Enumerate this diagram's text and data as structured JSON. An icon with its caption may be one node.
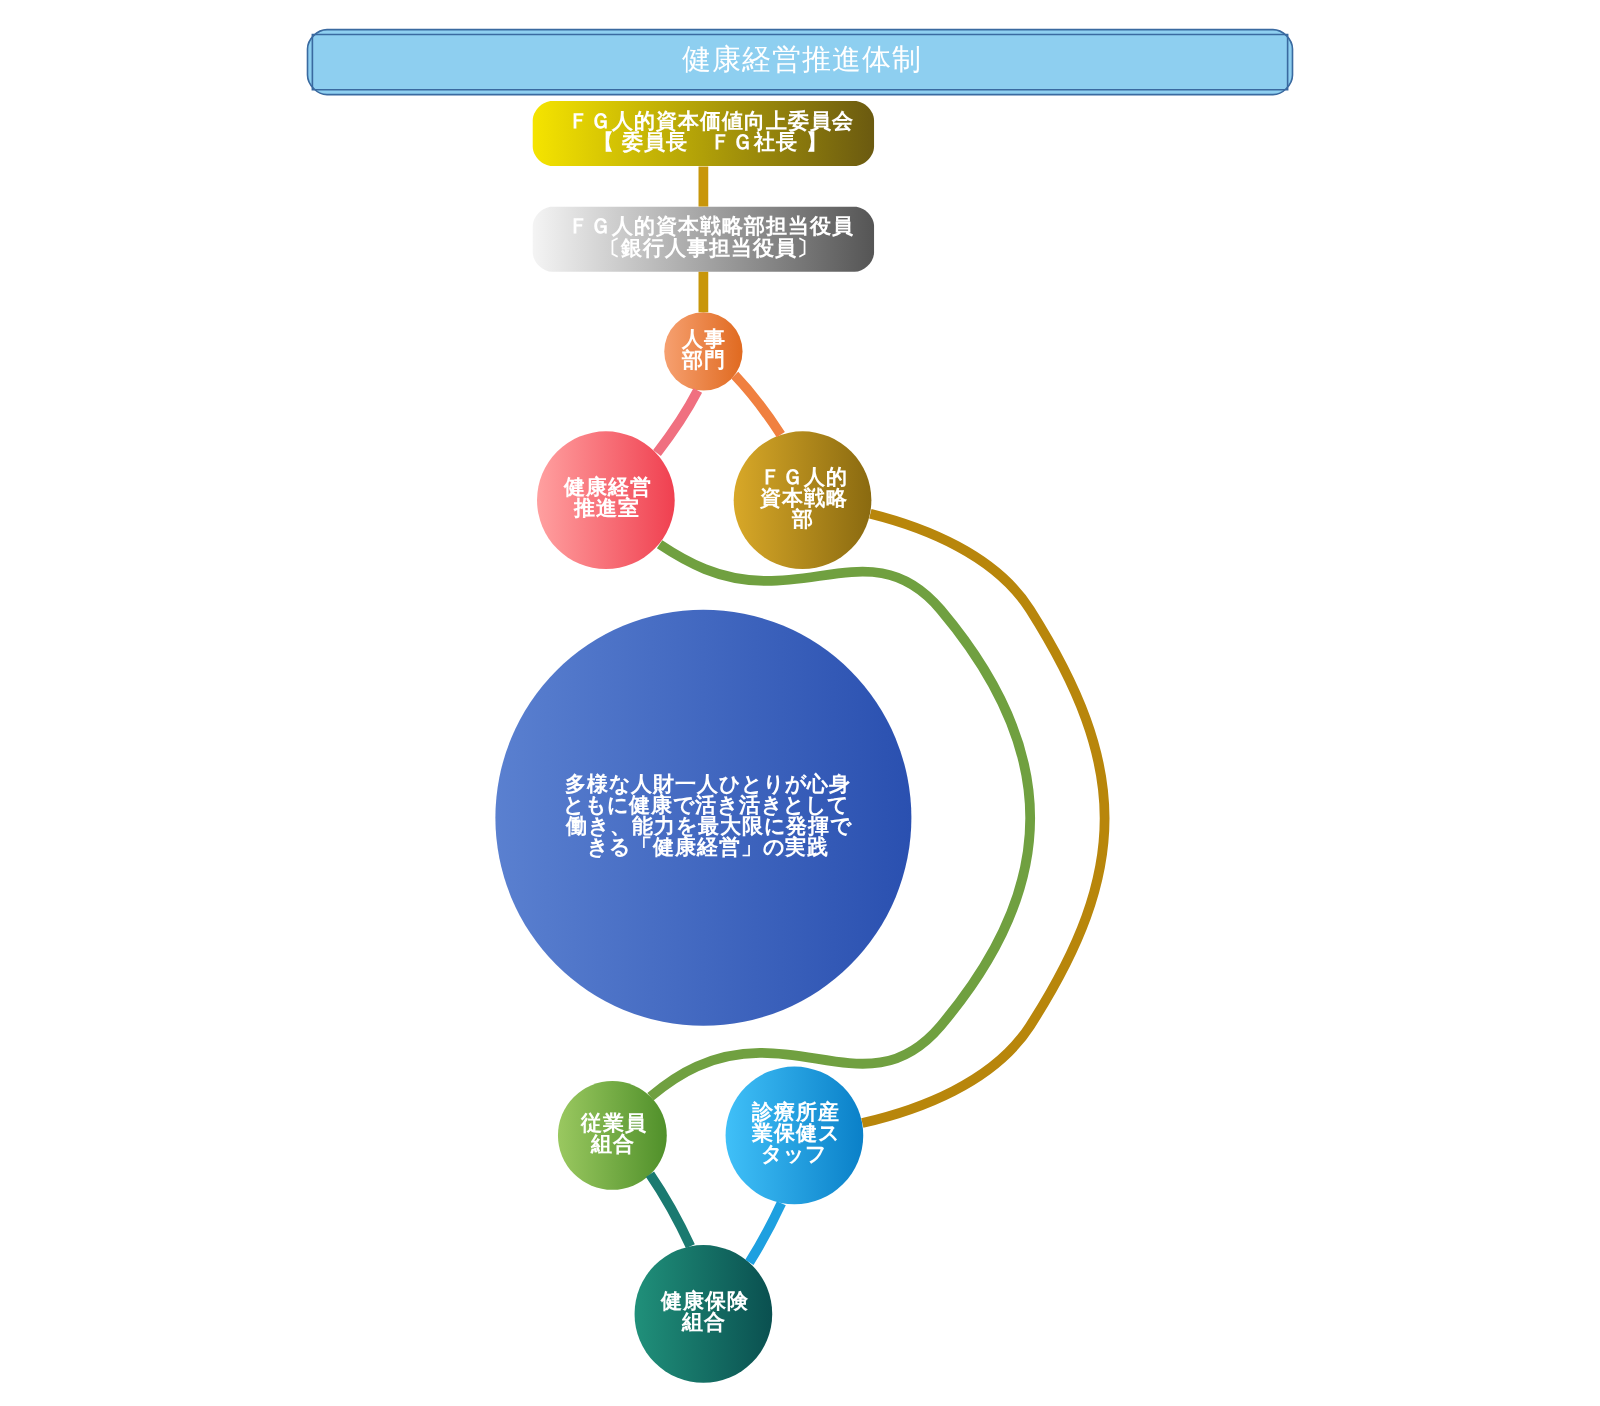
{
  "diagram": {
    "title": "健康経営推進体制",
    "nodes": [
      {
        "text": [
          "ＦＧ人的資本価値向上委員会",
          "【 委員長　ＦＧ社長 】"
        ]
      },
      {
        "text": [
          "ＦＧ人的資本戦略部担当役員",
          "〔銀行人事担当役員〕"
        ]
      },
      {
        "text": [
          "人事部門"
        ]
      },
      {
        "text": [
          "ＦＧ人的資本戦略部"
        ]
      },
      {
        "text": [
          "診療所産業保健スタッフ"
        ]
      },
      {
        "text": [
          "健康保険組合"
        ]
      },
      {
        "text": [
          "従業員組合"
        ]
      },
      {
        "text": [
          "健康経営推進室"
        ]
      },
      {
        "text": [
          "多様な人財一人ひとりが心身ともに健康で活き活きとして働き、能力を最大限に発揮できる「健康経営」の実践"
        ]
      }
    ],
    "edges": [
      {
        "from": 0,
        "to": 1,
        "arrow": "none",
        "color": "#c8960a"
      },
      {
        "from": 1,
        "to": 2,
        "arrow": "none",
        "color": "#c8960a"
      },
      {
        "from": 2,
        "to": 3,
        "arrow": "none",
        "color": "#f08040"
      },
      {
        "from": 3,
        "to": 4,
        "arrow": "none",
        "color": "#b8860b"
      },
      {
        "from": 4,
        "to": 5,
        "arrow": "none",
        "color": "#1ea0e0"
      },
      {
        "from": 5,
        "to": 6,
        "arrow": "none",
        "color": "#1a7a70"
      },
      {
        "from": 6,
        "to": 7,
        "arrow": "none",
        "color": "#70a040"
      },
      {
        "from": 7,
        "to": 2,
        "arrow": "none",
        "color": "#f07080"
      }
    ]
  }
}
